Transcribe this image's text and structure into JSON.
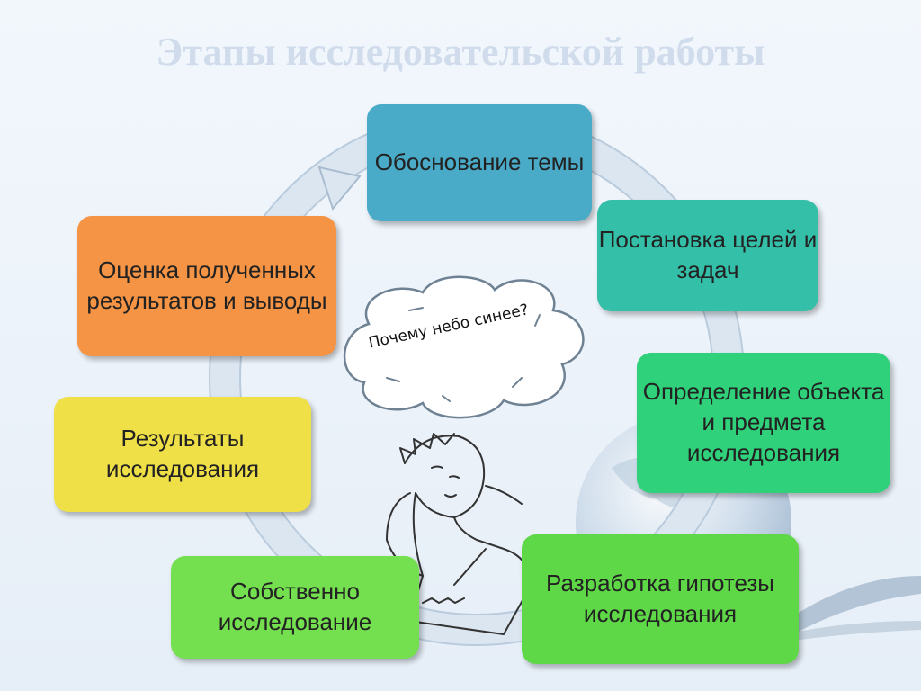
{
  "title": "Этапы исследовательской работы",
  "colors": {
    "title": "#d0dcec",
    "ring": "#dbe6f1",
    "stage1": "#4aabc9",
    "stage2": "#34c0a8",
    "stage3": "#2fd17a",
    "stage4": "#5fd848",
    "stage5": "#74e050",
    "stage6": "#f0e048",
    "stage7": "#f49444"
  },
  "stages": [
    {
      "label": "Обоснование темы"
    },
    {
      "label": "Постановка целей и задач"
    },
    {
      "label": "Определение объекта и предмета исследования"
    },
    {
      "label": "Разработка гипотезы исследования"
    },
    {
      "label": "Собственно исследование"
    },
    {
      "label": "Результаты исследования"
    },
    {
      "label": "Оценка полученных результатов и выводы"
    }
  ],
  "thought_bubble": {
    "text": "Почему небо синее?"
  },
  "illustration": {
    "icon": "thinking-boy-sketch"
  },
  "decoration": {
    "icon": "globe-and-feather"
  }
}
